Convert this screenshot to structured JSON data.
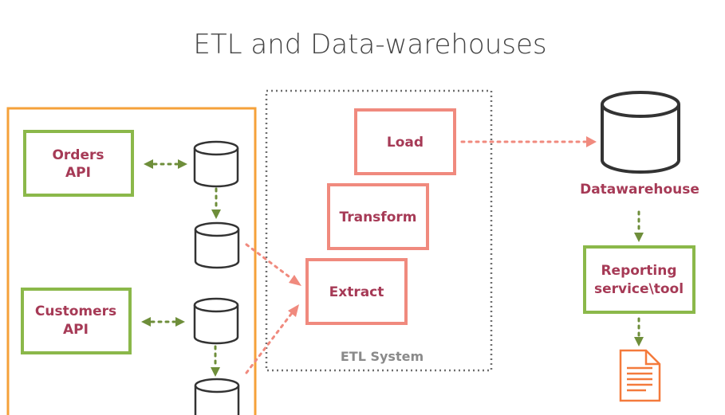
{
  "title": "ETL and Data-warehouses",
  "sources": {
    "orders_api": {
      "line1": "Orders",
      "line2": "API"
    },
    "customers_api": {
      "line1": "Customers",
      "line2": "API"
    }
  },
  "etl_system": {
    "label": "ETL System",
    "steps": {
      "load": "Load",
      "transform": "Transform",
      "extract": "Extract"
    }
  },
  "datawarehouse": {
    "label": "Datawarehouse"
  },
  "reporting": {
    "line1": "Reporting",
    "line2": "service\\tool"
  },
  "colors": {
    "source_group_border": "#f5a13a",
    "api_box_border": "#8bb84a",
    "etl_step_border": "#f08a7e",
    "label_text": "#a63a56",
    "report_icon": "#f47a3c"
  },
  "icons": [
    "database-icon",
    "document-icon"
  ]
}
